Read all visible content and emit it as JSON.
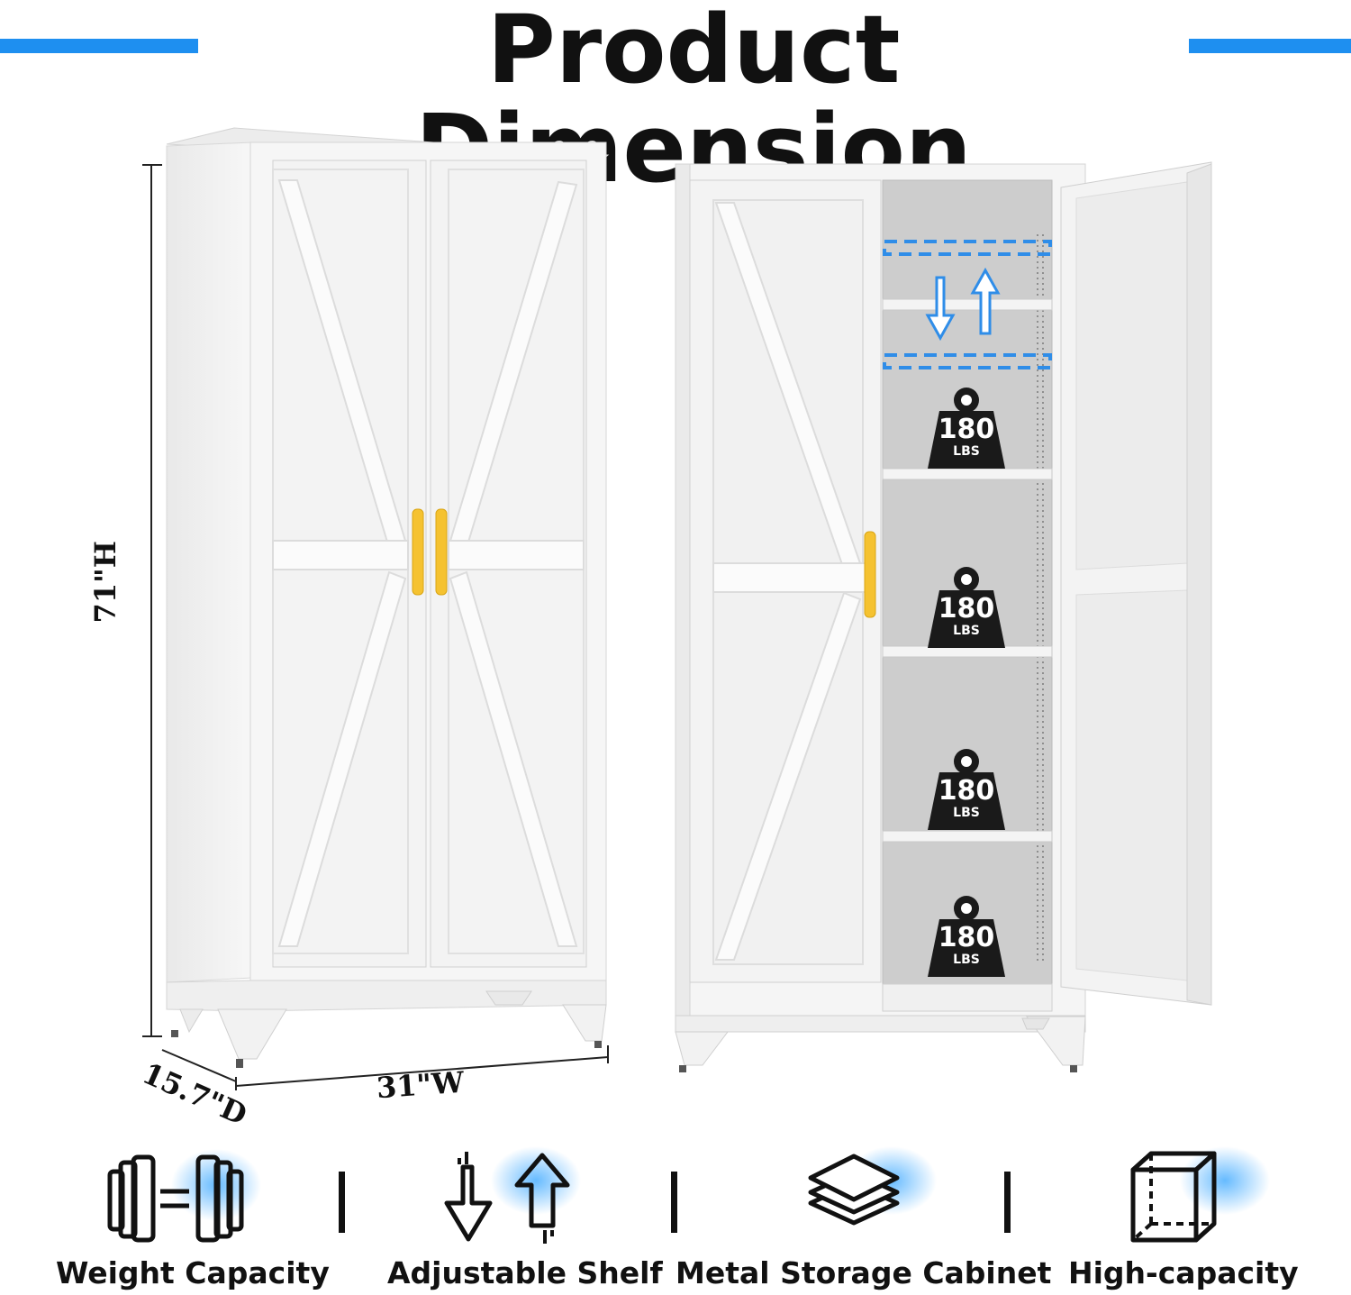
{
  "header": {
    "title": "Product Dimension",
    "accent_color": "#1e8ff0"
  },
  "dimensions": {
    "height": "71\"H",
    "width": "31\"W",
    "depth": "15.7\"D"
  },
  "shelf_badges": {
    "value": "180",
    "unit": "LBS"
  },
  "colors": {
    "handle": "#f5c230",
    "cabinet": "#f4f4f4",
    "interior": "#cfcfcf",
    "badge": "#1a1a1a"
  },
  "features": [
    {
      "label": "Weight Capacity",
      "icon": "weight-capacity-icon"
    },
    {
      "label": "Adjustable Shelf",
      "icon": "adjustable-shelf-icon"
    },
    {
      "label": "Metal Storage Cabinet",
      "icon": "layers-icon"
    },
    {
      "label": "High-capacity",
      "icon": "cube-icon"
    }
  ]
}
